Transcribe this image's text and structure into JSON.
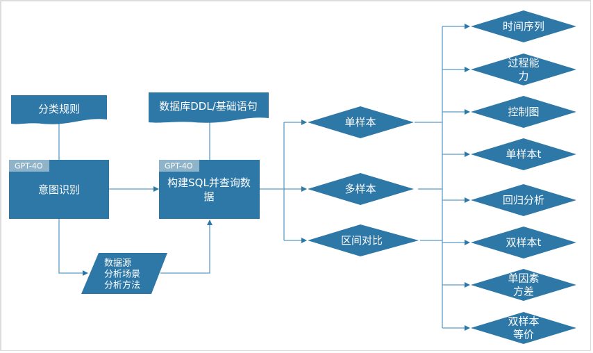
{
  "colors": {
    "shape_fill": "#2e78a8",
    "tag_fill": "#8fb3c9",
    "connector": "#5b9bc8",
    "text": "#ffffff"
  },
  "inputs": {
    "classification_rules": "分类规则",
    "db_ddl": "数据库DDL/基础语句"
  },
  "processes": {
    "intent": {
      "tag": "GPT-4O",
      "label": "意图识别"
    },
    "sql": {
      "tag": "GPT-4O",
      "label_line1": "构建SQL并查询数",
      "label_line2": "据"
    }
  },
  "data_io": {
    "lines": [
      "数据源",
      "分析场景",
      "分析方法"
    ]
  },
  "decisions_mid": [
    {
      "label": "单样本"
    },
    {
      "label": "多样本"
    },
    {
      "label": "区间对比"
    }
  ],
  "decisions_right": [
    {
      "lines": [
        "时间序列"
      ]
    },
    {
      "lines": [
        "过程能",
        "力"
      ]
    },
    {
      "lines": [
        "控制图"
      ]
    },
    {
      "lines": [
        "单样本t"
      ]
    },
    {
      "lines": [
        "回归分析"
      ]
    },
    {
      "lines": [
        "双样本t"
      ]
    },
    {
      "lines": [
        "单因素",
        "方差"
      ]
    },
    {
      "lines": [
        "双样本",
        "等价"
      ]
    }
  ]
}
